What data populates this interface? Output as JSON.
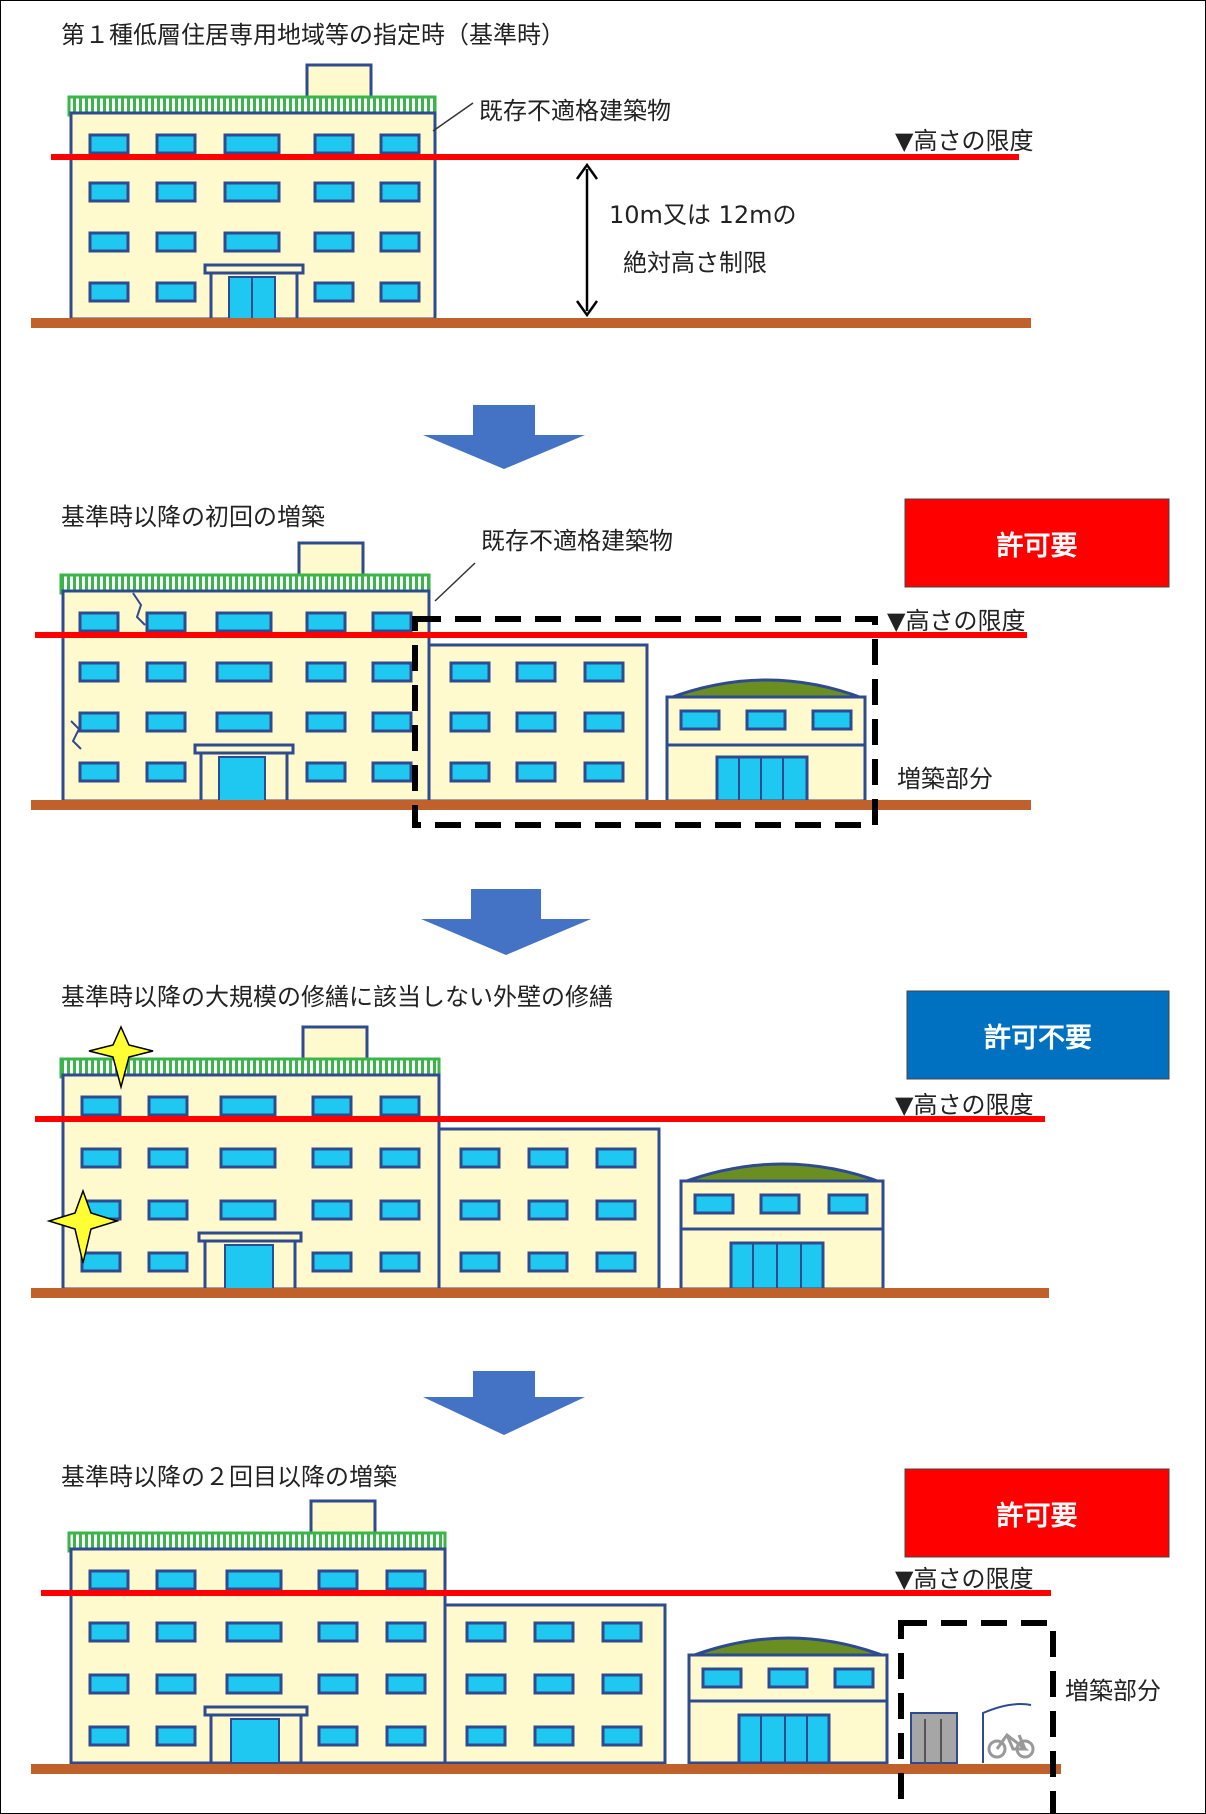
{
  "stages": [
    {
      "caption": "第１種低層住居専用地域等の指定時（基準時）",
      "existing_label": "既存不適格建築物",
      "limit_label": "▼高さの限度",
      "height_note_line1": "10m又は 12mの",
      "height_note_line2": "絶対高さ制限"
    },
    {
      "caption": "基準時以降の初回の増築",
      "existing_label": "既存不適格建築物",
      "limit_label": "▼高さの限度",
      "extension_label": "増築部分",
      "badge": "許可要"
    },
    {
      "caption": "基準時以降の大規模の修繕に該当しない外壁の修繕",
      "limit_label": "▼高さの限度",
      "badge": "許可不要"
    },
    {
      "caption": "基準時以降の２回目以降の増築",
      "limit_label": "▼高さの限度",
      "extension_label": "増築部分",
      "badge": "許可要"
    }
  ],
  "colors": {
    "ground": "#c0602a",
    "height_limit_line": "#ff0000",
    "building_fill": "#fffacd",
    "building_outline": "#2f4b8f",
    "window": "#1ec8f0",
    "roof_rail": "#39b54a",
    "arrow": "#4472c4",
    "badge_required": "#ff0000",
    "badge_not_required": "#0070c0",
    "sparkle": "#ffff33",
    "dashed_box": "#000000"
  },
  "icons": [
    "down-arrow-icon",
    "double-arrow-icon",
    "sparkle-icon",
    "bicycle-icon"
  ]
}
